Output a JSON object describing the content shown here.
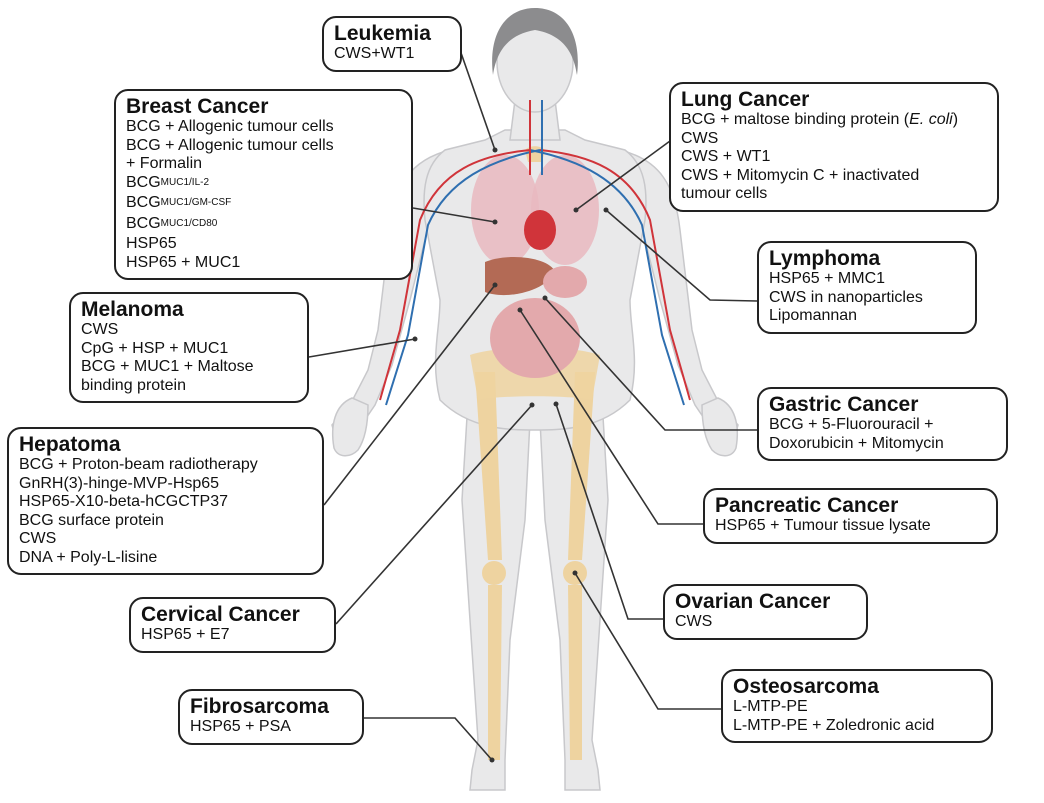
{
  "diagram": {
    "colors": {
      "skin": "#e9e9ea",
      "skin_outline": "#c8c8cb",
      "hair": "#8c8c8e",
      "bone": "#eed3a0",
      "lung": "#e9b9bf",
      "liver": "#b36a55",
      "intestine": "#e3a9ac",
      "artery": "#d0343a",
      "vein": "#2f6fb0",
      "leader": "#333333"
    },
    "boxes": [
      {
        "id": "leukemia",
        "title": "Leukemia",
        "items": [
          "CWS+WT1"
        ]
      },
      {
        "id": "breast",
        "title": "Breast Cancer",
        "items": [
          "BCG + Allogenic tumour cells",
          "BCG + Allogenic tumour cells",
          "+ Formalin",
          {
            "text": "BCG",
            "sup": "MUC1/IL-2"
          },
          {
            "text": "BCG",
            "sup": "MUC1/GM-CSF"
          },
          {
            "text": "BCG",
            "sup": "MUC1/CD80"
          },
          "HSP65",
          "HSP65 + MUC1"
        ]
      },
      {
        "id": "lung",
        "title": "Lung Cancer",
        "items": [
          {
            "text": "BCG + maltose binding protein (",
            "it": "E. coli",
            "after": ")"
          },
          "CWS",
          "CWS + WT1",
          "CWS + Mitomycin C + inactivated",
          "tumour cells"
        ]
      },
      {
        "id": "lymphoma",
        "title": "Lymphoma",
        "items": [
          "HSP65 + MMC1",
          "CWS in nanoparticles",
          "Lipomannan"
        ]
      },
      {
        "id": "melanoma",
        "title": "Melanoma",
        "items": [
          "CWS",
          "CpG + HSP + MUC1",
          "BCG + MUC1 + Maltose",
          "binding protein"
        ]
      },
      {
        "id": "hepatoma",
        "title": "Hepatoma",
        "items": [
          "BCG + Proton-beam radiotherapy",
          "GnRH(3)-hinge-MVP-Hsp65",
          "HSP65-X10-beta-hCGCTP37",
          "BCG surface protein",
          "CWS",
          "DNA + Poly-L-lisine"
        ]
      },
      {
        "id": "gastric",
        "title": "Gastric Cancer",
        "items": [
          "BCG + 5-Fluorouracil +",
          "Doxorubicin + Mitomycin"
        ]
      },
      {
        "id": "pancreatic",
        "title": "Pancreatic Cancer",
        "items": [
          "HSP65 + Tumour tissue lysate"
        ]
      },
      {
        "id": "cervical",
        "title": "Cervical Cancer",
        "items": [
          "HSP65 + E7"
        ]
      },
      {
        "id": "ovarian",
        "title": "Ovarian Cancer",
        "items": [
          "CWS"
        ]
      },
      {
        "id": "osteosarcoma",
        "title": "Osteosarcoma",
        "items": [
          "L-MTP-PE",
          "L-MTP-PE + Zoledronic acid"
        ]
      },
      {
        "id": "fibrosarcoma",
        "title": "Fibrosarcoma",
        "items": [
          "HSP65 + PSA"
        ]
      }
    ]
  }
}
